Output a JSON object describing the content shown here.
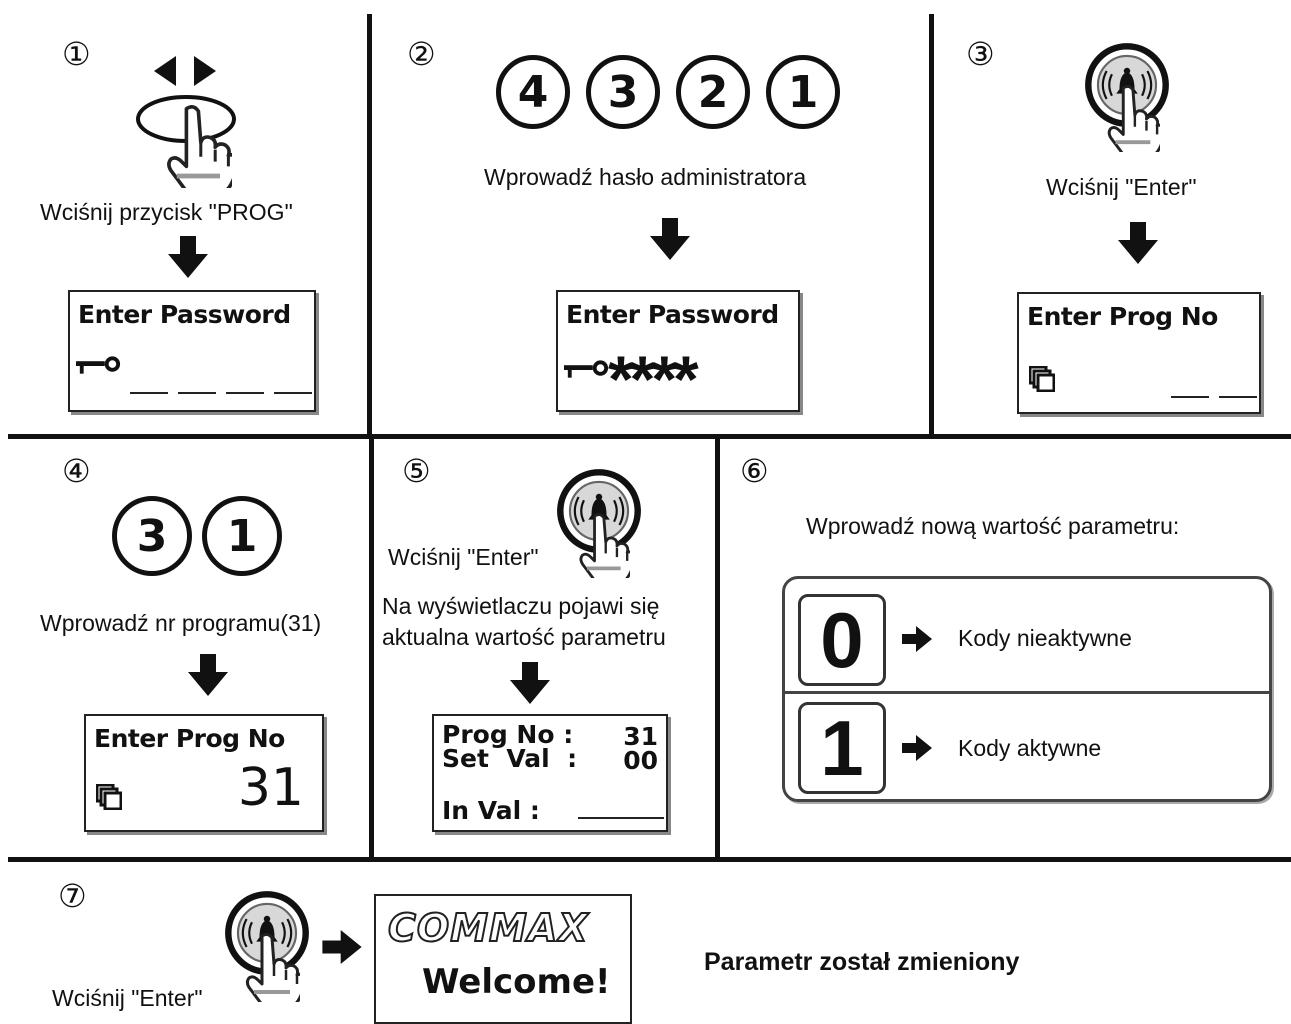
{
  "steps": {
    "s1": {
      "num": "①",
      "caption": "Wciśnij przycisk \"PROG\"",
      "lcd": {
        "title": "Enter Password"
      }
    },
    "s2": {
      "num": "②",
      "digits": [
        "4",
        "3",
        "2",
        "1"
      ],
      "caption": "Wprowadź hasło administratora",
      "lcd": {
        "title": "Enter Password",
        "masked": "****"
      }
    },
    "s3": {
      "num": "③",
      "caption": "Wciśnij \"Enter\"",
      "lcd": {
        "title": "Enter Prog  No"
      }
    },
    "s4": {
      "num": "④",
      "digits": [
        "3",
        "1"
      ],
      "caption": "Wprowadź nr programu(31)",
      "lcd": {
        "title": "Enter Prog  No",
        "value": "31"
      }
    },
    "s5": {
      "num": "⑤",
      "caption_enter": "Wciśnij \"Enter\"",
      "caption_line1": "Na wyświetlaczu pojawi się",
      "caption_line2": "aktualna wartość parametru",
      "lcd": {
        "prog_label": "Prog No :",
        "prog_value": "31",
        "set_label": "Set  Val  :",
        "set_value": "00",
        "in_label": "In Val :"
      }
    },
    "s6": {
      "num": "⑥",
      "caption": "Wprowadź nową wartość parametru:",
      "options": [
        {
          "digit": "0",
          "label": "Kody nieaktywne"
        },
        {
          "digit": "1",
          "label": "Kody aktywne"
        }
      ]
    },
    "s7": {
      "num": "⑦",
      "caption": "Wciśnij \"Enter\"",
      "lcd": {
        "brand": "COMMAX",
        "greeting": "Welcome!"
      },
      "result": "Parametr został zmieniony"
    }
  },
  "icons": [
    "left-right-arrows-icon",
    "finger-press-icon",
    "bell-button-icon",
    "key-icon",
    "prog-stack-icon",
    "arrow-down-icon",
    "arrow-right-icon"
  ],
  "colors": {
    "ink": "#111111",
    "panel_border": "#333333",
    "shadow": "#888888"
  }
}
